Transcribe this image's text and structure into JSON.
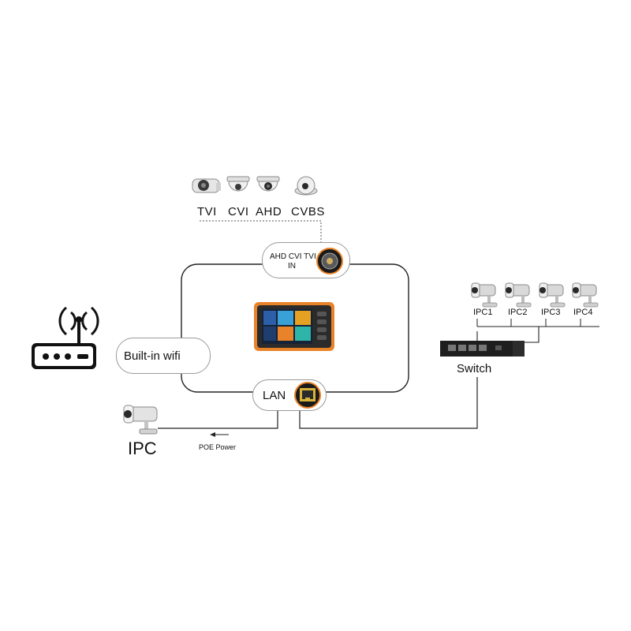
{
  "analog_cameras": {
    "labels": [
      "TVI",
      "CVI",
      "AHD",
      "CVBS"
    ],
    "icons": [
      "bullet-camera-icon",
      "dome-camera-icon",
      "dome-camera-icon",
      "turret-camera-icon"
    ]
  },
  "tester": {
    "bnc_port_label_line1": "AHD CVI TVI",
    "bnc_port_label_line2": "IN",
    "wifi_label": "Built-in wifi",
    "lan_label": "LAN",
    "icon": "cctv-tester-icon"
  },
  "router": {
    "icon": "wifi-router-icon"
  },
  "poe_camera": {
    "label": "IPC",
    "poe_label": "POE Power",
    "icon": "bullet-camera-icon"
  },
  "switch": {
    "label": "Switch",
    "icon": "network-switch-icon",
    "ip_cameras": [
      "IPC1",
      "IPC2",
      "IPC3",
      "IPC4"
    ]
  },
  "colors": {
    "accent_orange": "#e8832a",
    "line": "#222222",
    "dotted": "#555555"
  }
}
